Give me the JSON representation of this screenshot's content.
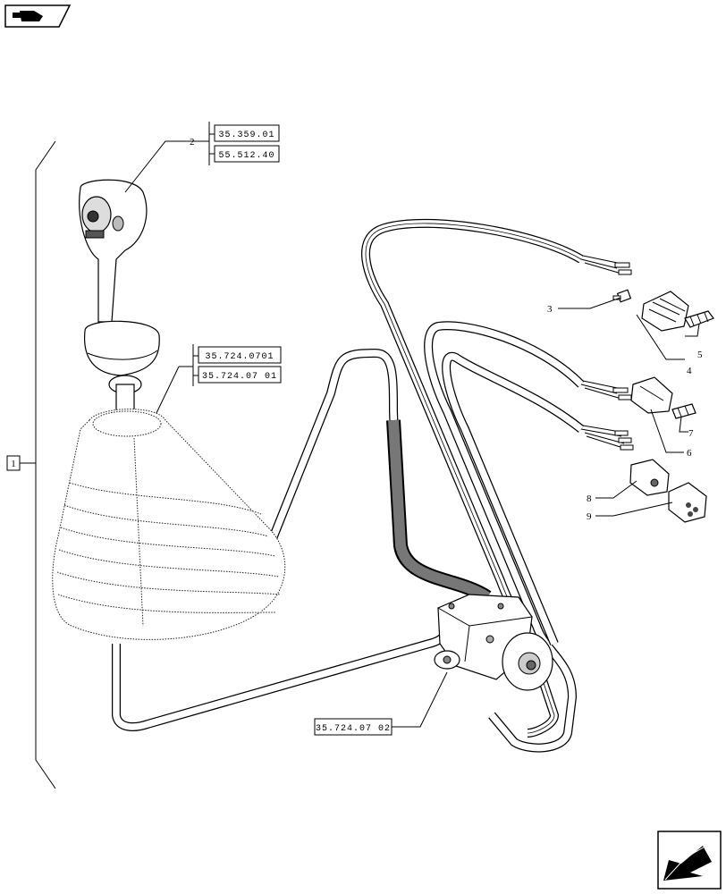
{
  "diagram": {
    "refs": {
      "handle_ref_1": "35.359.01",
      "handle_ref_2": "55.512.40",
      "boot_ref_1": "35.724.0701",
      "boot_ref_2": "35.724.07 01",
      "valve_ref": "35.724.07 02"
    },
    "callouts": {
      "group": "1",
      "c2": "2",
      "c3": "3",
      "c4": "4",
      "c5": "5",
      "c6": "6",
      "c7": "7",
      "c8": "8",
      "c9": "9"
    },
    "icons": {
      "top_left": "book-icon",
      "bottom_right": "next-page-arrow-icon"
    }
  }
}
